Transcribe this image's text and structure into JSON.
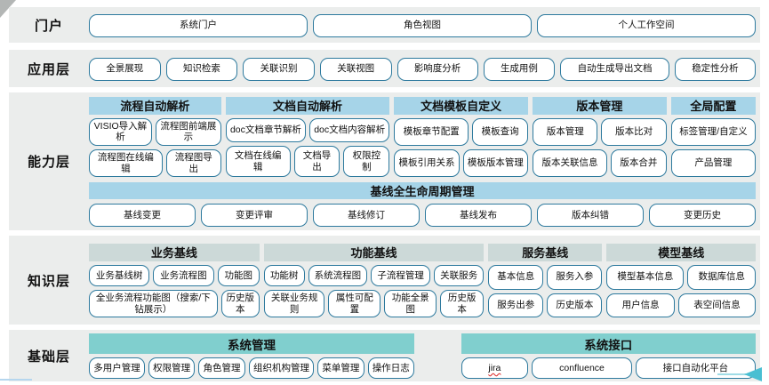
{
  "layers": {
    "portal": {
      "label": "门户",
      "boxes": [
        "系统门户",
        "角色视图",
        "个人工作空间"
      ]
    },
    "application": {
      "label": "应用层",
      "boxes": [
        "全景展现",
        "知识检索",
        "关联识别",
        "关联视图",
        "影响度分析",
        "生成用例",
        "自动生成导出文档",
        "稳定性分析"
      ]
    },
    "capability": {
      "label": "能力层",
      "groups": [
        {
          "title": "流程自动解析",
          "rows": [
            [
              "VISIO导入解析",
              "流程图前端展示"
            ],
            [
              "流程图在线编辑",
              "流程图导出"
            ]
          ]
        },
        {
          "title": "文档自动解析",
          "rows": [
            [
              "doc文档章节解析",
              "doc文档内容解析"
            ],
            [
              "文档在线编辑",
              "文档导出",
              "权限控制"
            ]
          ]
        },
        {
          "title": "文档模板自定义",
          "rows": [
            [
              "模板章节配置",
              "模板查询"
            ],
            [
              "模板引用关系",
              "模板版本管理"
            ]
          ]
        },
        {
          "title": "版本管理",
          "rows": [
            [
              "版本管理",
              "版本比对"
            ],
            [
              "版本关联信息",
              "版本合并"
            ]
          ]
        },
        {
          "title": "全局配置",
          "rows": [
            [
              "标签管理/自定义"
            ],
            [
              "产品管理"
            ]
          ]
        }
      ],
      "baseline": {
        "title": "基线全生命周期管理",
        "boxes": [
          "基线变更",
          "变更评审",
          "基线修订",
          "基线发布",
          "版本纠错",
          "变更历史"
        ]
      }
    },
    "knowledge": {
      "label": "知识层",
      "groups": [
        {
          "title": "业务基线",
          "rows": [
            [
              "业务基线树",
              "业务流程图",
              "功能图"
            ],
            [
              "全业务流程功能图（搜索/下钻展示）",
              "历史版本"
            ]
          ]
        },
        {
          "title": "功能基线",
          "rows": [
            [
              "功能树",
              "系统流程图",
              "子流程管理",
              "关联服务"
            ],
            [
              "关联业务规则",
              "属性可配置",
              "功能全景图",
              "历史版本"
            ]
          ]
        },
        {
          "title": "服务基线",
          "rows": [
            [
              "基本信息",
              "服务入参"
            ],
            [
              "服务出参",
              "历史版本"
            ]
          ]
        },
        {
          "title": "模型基线",
          "rows": [
            [
              "模型基本信息",
              "数据库信息"
            ],
            [
              "用户信息",
              "表空间信息"
            ]
          ]
        }
      ]
    },
    "foundation": {
      "label": "基础层",
      "groups": [
        {
          "title": "系统管理",
          "boxes": [
            "多用户管理",
            "权限管理",
            "角色管理",
            "组织机构管理",
            "菜单管理",
            "操作日志"
          ]
        },
        {
          "title": "系统接口",
          "boxes": [
            "jira",
            "confluence",
            "接口自动化平台"
          ]
        }
      ]
    }
  },
  "decorations": {
    "misspelled_label": "jira"
  },
  "colors": {
    "band_background": "#ebedec",
    "box_border": "#2e7a9e",
    "capability_header": "#a6d4e8",
    "knowledge_header": "#ccd9d8",
    "foundation_header": "#80cfce",
    "arrow": "#49bfd2"
  }
}
